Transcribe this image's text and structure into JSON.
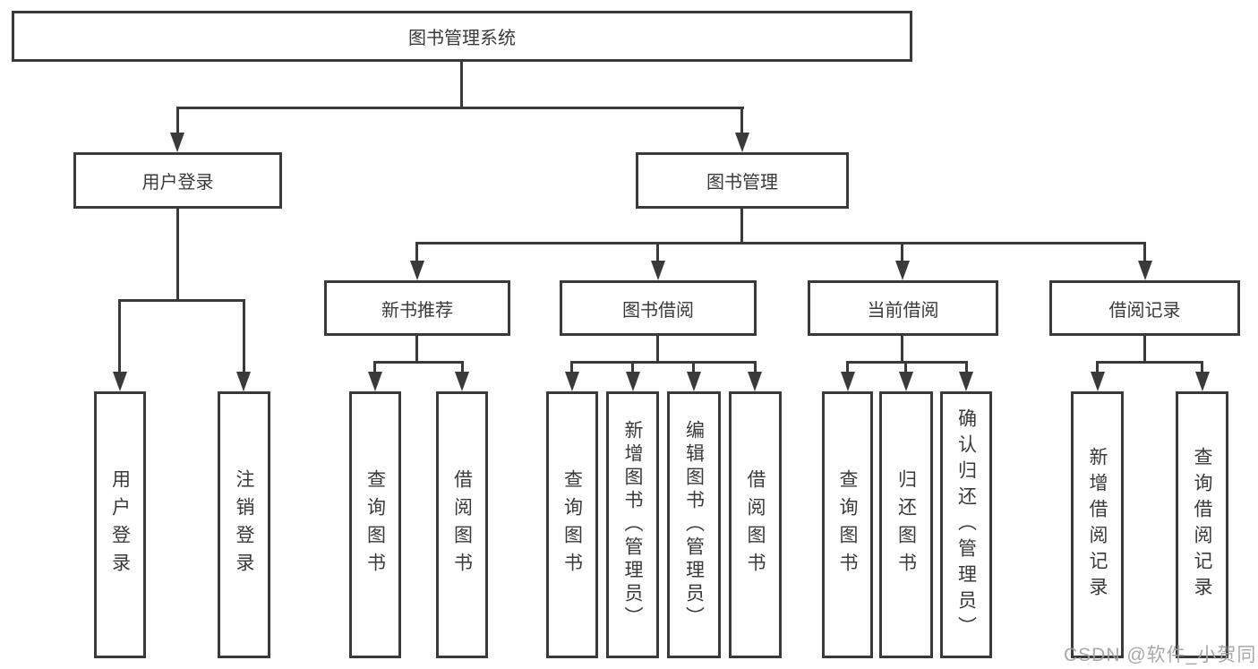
{
  "colors": {
    "line": "#3a3a3a",
    "text": "#3a3a3a",
    "box_fill": "#ffffff",
    "background": "#ffffff",
    "watermark": "#a2a2a2"
  },
  "diagram": {
    "root": {
      "label": "图书管理系统"
    },
    "level2": [
      {
        "label": "用户登录"
      },
      {
        "label": "图书管理"
      }
    ],
    "level3": [
      {
        "label": "新书推荐"
      },
      {
        "label": "图书借阅"
      },
      {
        "label": "当前借阅"
      },
      {
        "label": "借阅记录"
      }
    ],
    "leaves": {
      "user_login": [
        {
          "label": "用户登录"
        },
        {
          "label": "注销登录"
        }
      ],
      "new_book_recommend": [
        {
          "label": "查询图书"
        },
        {
          "label": "借阅图书"
        }
      ],
      "book_borrow": [
        {
          "label": "查询图书"
        },
        {
          "label": "新增图书（管理员）"
        },
        {
          "label": "编辑图书（管理员）"
        },
        {
          "label": "借阅图书"
        }
      ],
      "current_borrow": [
        {
          "label": "查询图书"
        },
        {
          "label": "归还图书"
        },
        {
          "label": "确认归还（管理员）"
        }
      ],
      "borrow_record": [
        {
          "label": "新增借阅记录"
        },
        {
          "label": "查询借阅记录"
        }
      ]
    }
  },
  "watermark": {
    "text": "CSDN @软件_小贺同学"
  }
}
